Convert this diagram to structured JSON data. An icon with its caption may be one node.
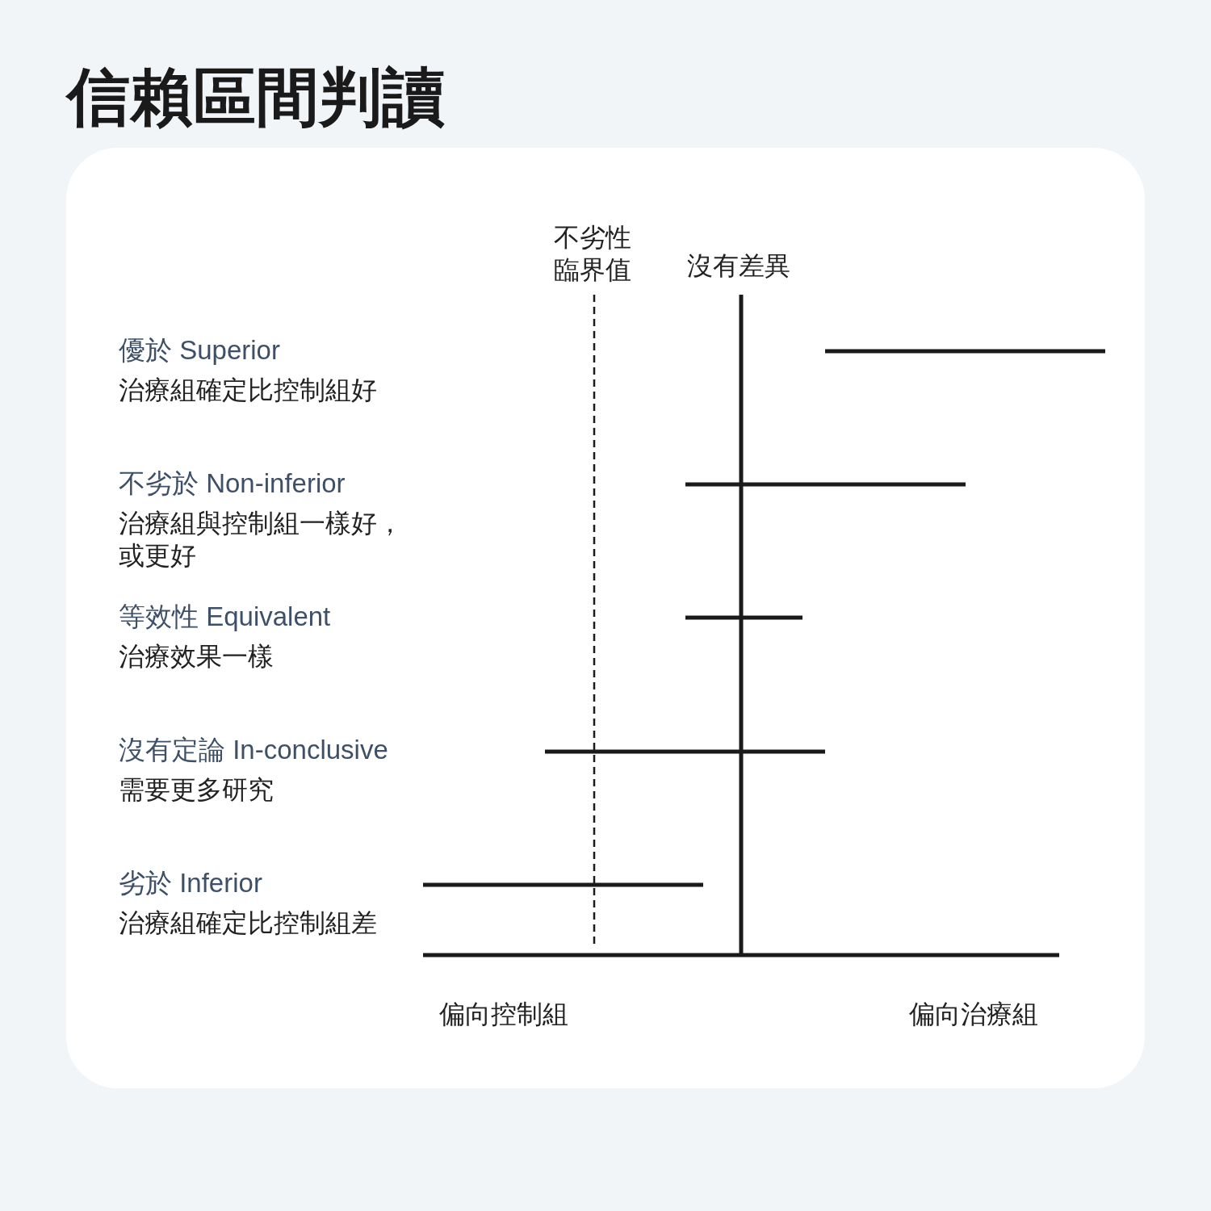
{
  "diagram": {
    "title": "信賴區間判讀",
    "labels": [
      "不劣性臨界值",
      "沒有差異",
      "優於 Superior",
      "治療組確定比控制組好",
      "不劣於 Non-inferior",
      "治療組與控制組一樣好，或更好",
      "等效性 Equivalent",
      "治療效果一樣",
      "沒有定論 In-conclusive",
      "需要更多研究",
      "劣於 Inferior",
      "治療組確定比控制組差",
      "偏向控制組",
      "偏向治療組"
    ]
  }
}
